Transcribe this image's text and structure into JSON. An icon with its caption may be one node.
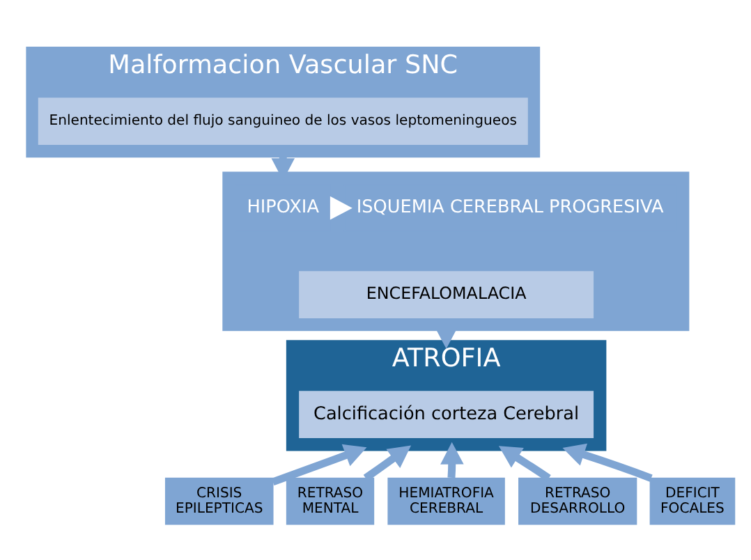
{
  "diagram": {
    "nodes": [
      {
        "text": [
          "Malformacion Vascular SNC"
        ]
      },
      {
        "text": [
          "Enlentecimiento del flujo sanguineo de los vasos leptomeningueos"
        ],
        "in": 0
      },
      {
        "text": [],
        "shape": "box"
      },
      {
        "text": [
          "HIPOXIA"
        ],
        "in": 2
      },
      {
        "text": [
          "ISQUEMIA CEREBRAL PROGRESIVA"
        ],
        "in": 2
      },
      {
        "text": [
          "ENCEFALOMALACIA"
        ],
        "in": 2
      },
      {
        "text": [
          "ATROFIA"
        ]
      },
      {
        "text": [
          "Calcificación corteza Cerebral"
        ],
        "in": 6
      },
      {
        "text": [
          "CRISIS EPILEPTICAS"
        ]
      },
      {
        "text": [
          "RETRASO MENTAL"
        ]
      },
      {
        "text": [
          "HEMIATROFIA CEREBRAL"
        ]
      },
      {
        "text": [
          "RETRASO DESARROLLO"
        ]
      },
      {
        "text": [
          "DEFICIT FOCALES"
        ]
      }
    ],
    "edges": [
      {
        "from": 0,
        "to": 2,
        "arrow": "to"
      },
      {
        "from": 3,
        "to": 4,
        "arrow": "to",
        "color": "#ffffff"
      },
      {
        "from": 2,
        "to": 6,
        "arrow": "to"
      },
      {
        "from": 8,
        "to": 6,
        "arrow": "to"
      },
      {
        "from": 9,
        "to": 6,
        "arrow": "to"
      },
      {
        "from": 10,
        "to": 6,
        "arrow": "to"
      },
      {
        "from": 11,
        "to": 6,
        "arrow": "to"
      },
      {
        "from": 12,
        "to": 6,
        "arrow": "to"
      }
    ]
  }
}
